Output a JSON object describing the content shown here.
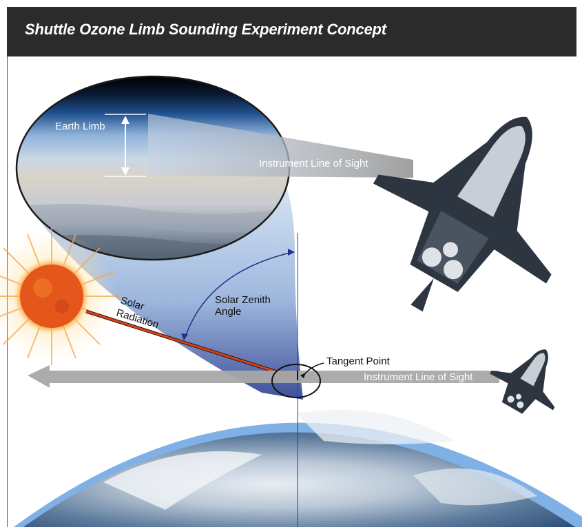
{
  "header": {
    "title": "Shuttle Ozone Limb Sounding Experiment Concept"
  },
  "labels": {
    "earth_limb": "Earth Limb",
    "los_upper": "Instrument Line of Sight",
    "solar_radiation_line1": "Solar",
    "solar_radiation_line2": "Radiation",
    "solar_zenith_line1": "Solar Zenith",
    "solar_zenith_line2": "Angle",
    "tangent_point": "Tangent Point",
    "los_lower": "Instrument Line of Sight"
  },
  "colors": {
    "header_bg": "#2b2b2b",
    "solar_ray": "#d9401a",
    "zenith_arc": "#1f2f8a",
    "arrow_grey": "#a8a8a8"
  }
}
